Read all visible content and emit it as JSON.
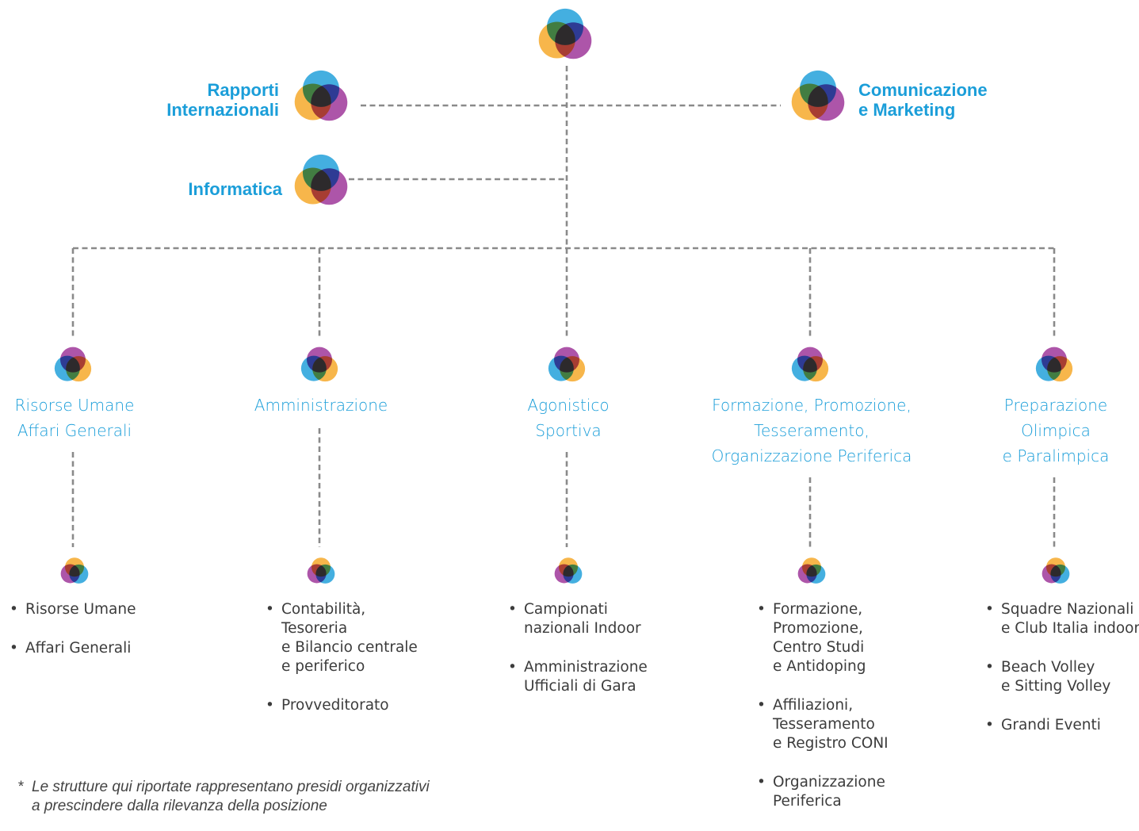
{
  "colors": {
    "blue": "#1b9ed9",
    "orange": "#f5a623",
    "purple": "#9b2f96",
    "line": "#8a8a8a",
    "text": "#3c3c3c"
  },
  "staff": {
    "left": [
      {
        "label_lines": [
          "Rapporti",
          "Internazionali"
        ]
      },
      {
        "label_lines": [
          "Informatica"
        ]
      }
    ],
    "right": [
      {
        "label_lines": [
          "Comunicazione",
          "e Marketing"
        ]
      }
    ]
  },
  "departments": [
    {
      "label_lines": [
        "Risorse Umane",
        "Affari Generali"
      ],
      "items": [
        {
          "lines": [
            "Risorse Umane"
          ]
        },
        {
          "lines": [
            "Affari Generali"
          ]
        }
      ]
    },
    {
      "label_lines": [
        "Amministrazione"
      ],
      "items": [
        {
          "lines": [
            "Contabilità,",
            "Tesoreria",
            "e Bilancio centrale",
            "e periferico"
          ]
        },
        {
          "lines": [
            "Provveditorato"
          ]
        }
      ]
    },
    {
      "label_lines": [
        "Agonistico",
        "Sportiva"
      ],
      "items": [
        {
          "lines": [
            "Campionati",
            "nazionali Indoor"
          ]
        },
        {
          "lines": [
            "Amministrazione",
            "Ufficiali di Gara"
          ]
        }
      ]
    },
    {
      "label_lines": [
        "Formazione, Promozione,",
        "Tesseramento,",
        "Organizzazione Periferica"
      ],
      "items": [
        {
          "lines": [
            "Formazione,",
            "Promozione,",
            "Centro Studi",
            "e Antidoping"
          ]
        },
        {
          "lines": [
            "Affiliazioni,",
            "Tesseramento",
            "e Registro CONI"
          ]
        },
        {
          "lines": [
            "Organizzazione",
            "Periferica"
          ]
        }
      ]
    },
    {
      "label_lines": [
        "Preparazione",
        "Olimpica",
        "e Paralimpica"
      ],
      "items": [
        {
          "lines": [
            "Squadre Nazionali",
            "e Club Italia indoor"
          ]
        },
        {
          "lines": [
            "Beach Volley",
            "e Sitting Volley"
          ]
        },
        {
          "lines": [
            "Grandi Eventi"
          ]
        }
      ]
    }
  ],
  "bullet_char": "•",
  "footnote": {
    "marker": "*",
    "lines": [
      "Le strutture qui riportate rappresentano presidi organizzativi",
      "a prescindere dalla rilevanza della posizione"
    ]
  }
}
